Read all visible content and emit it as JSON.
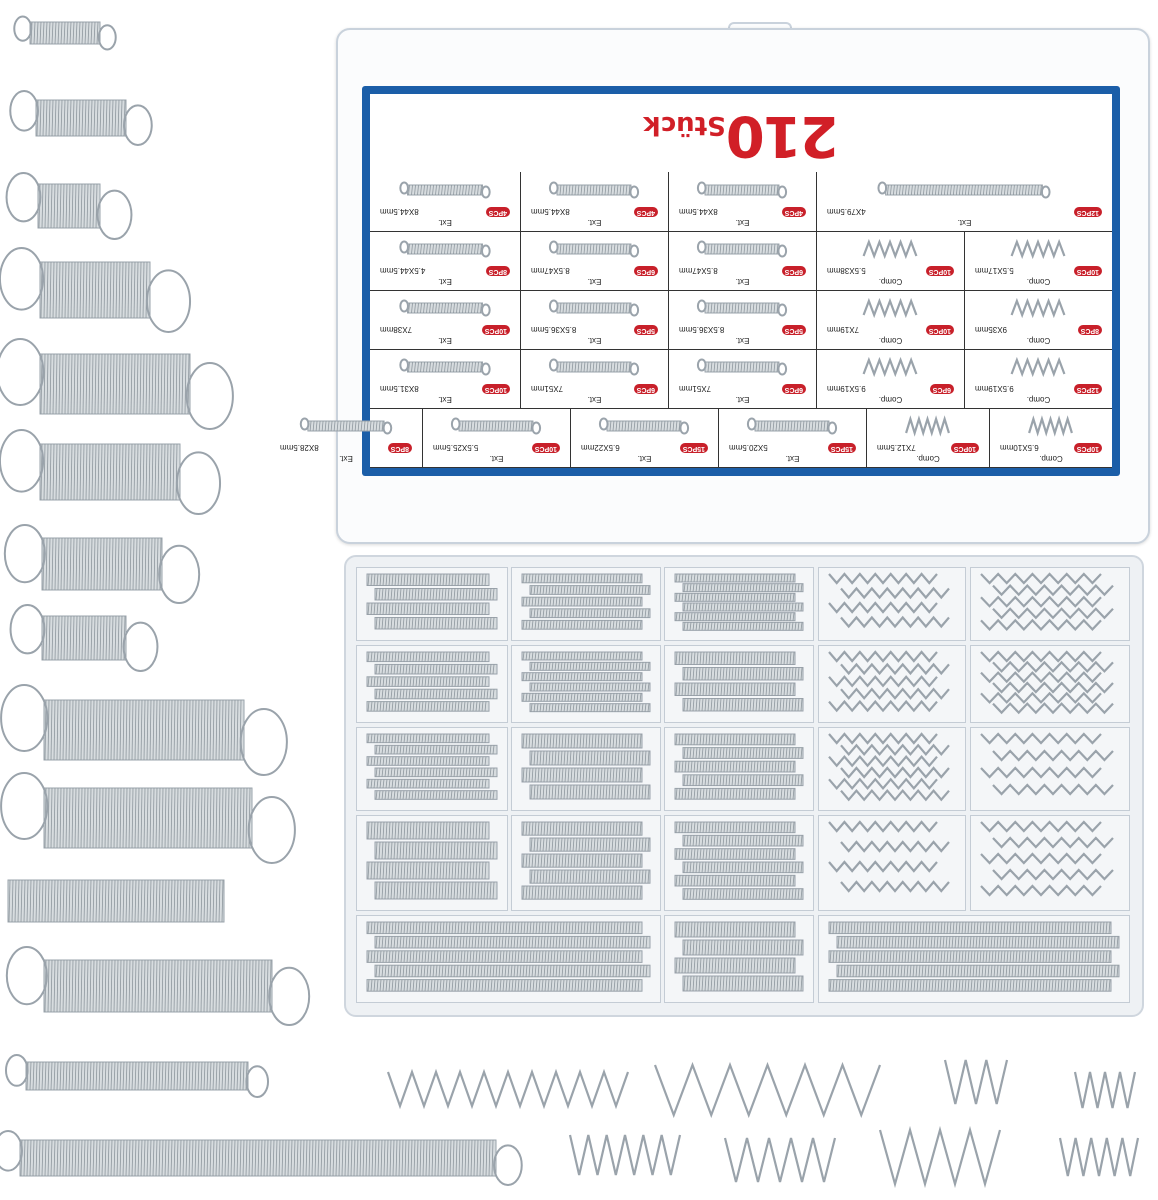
{
  "card": {
    "title_number": "210",
    "title_word": "Stück",
    "rows": [
      [
        {
          "type": "Comp.",
          "size": "6.5X10mm",
          "pcs": "10PCS"
        },
        {
          "type": "Comp.",
          "size": "7X12.5mm",
          "pcs": "10PCS"
        },
        {
          "type": "Ext.",
          "size": "5X20.5mm",
          "pcs": "15PCS"
        },
        {
          "type": "Ext.",
          "size": "6.5X22mm",
          "pcs": "15PCS"
        },
        {
          "type": "Ext.",
          "size": "5.5X25.5mm",
          "pcs": "10PCS"
        },
        {
          "type": "Ext.",
          "size": "8X28.5mm",
          "pcs": "8PCS"
        }
      ],
      [
        {
          "type": "Comp.",
          "size": "9.5X19mm",
          "pcs": "12PCS"
        },
        {
          "type": "Comp.",
          "size": "9.5X19mm",
          "pcs": "6PCS"
        },
        {
          "type": "Ext.",
          "size": "7X51mm",
          "pcs": "6PCS"
        },
        {
          "type": "Ext.",
          "size": "7X51mm",
          "pcs": "6PCS"
        },
        {
          "type": "Ext.",
          "size": "8X31.5mm",
          "pcs": "10PCS"
        }
      ],
      [
        {
          "type": "Comp.",
          "size": "9X35mm",
          "pcs": "8PCS"
        },
        {
          "type": "Comp.",
          "size": "7X19mm",
          "pcs": "10PCS"
        },
        {
          "type": "Ext.",
          "size": "8.5X36.5mm",
          "pcs": "5PCS"
        },
        {
          "type": "Ext.",
          "size": "8.5X36.5mm",
          "pcs": "5PCS"
        },
        {
          "type": "Ext.",
          "size": "7X38mm",
          "pcs": "10PCS"
        }
      ],
      [
        {
          "type": "Comp.",
          "size": "5.5X17mm",
          "pcs": "10PCS"
        },
        {
          "type": "Comp.",
          "size": "5.5X38mm",
          "pcs": "10PCS"
        },
        {
          "type": "Ext.",
          "size": "8.5X47mm",
          "pcs": "6PCS"
        },
        {
          "type": "Ext.",
          "size": "8.5X47mm",
          "pcs": "6PCS"
        },
        {
          "type": "Ext.",
          "size": "4.5X44.5mm",
          "pcs": "8PCS"
        }
      ],
      [
        {
          "type": "Ext.",
          "size": "4X79.5mm",
          "pcs": "12PCS"
        },
        {
          "type": "Ext.",
          "size": "8X44.5mm",
          "pcs": "4PCS"
        },
        {
          "type": "Ext.",
          "size": "8X44.5mm",
          "pcs": "4PCS"
        },
        {
          "type": "Ext.",
          "size": "8X44.5mm",
          "pcs": "4PCS"
        }
      ]
    ]
  },
  "colors": {
    "card_border": "#1b5ea8",
    "title": "#d11f27",
    "badge": "#c8202a",
    "spring_metal": "#9aa3ab"
  }
}
